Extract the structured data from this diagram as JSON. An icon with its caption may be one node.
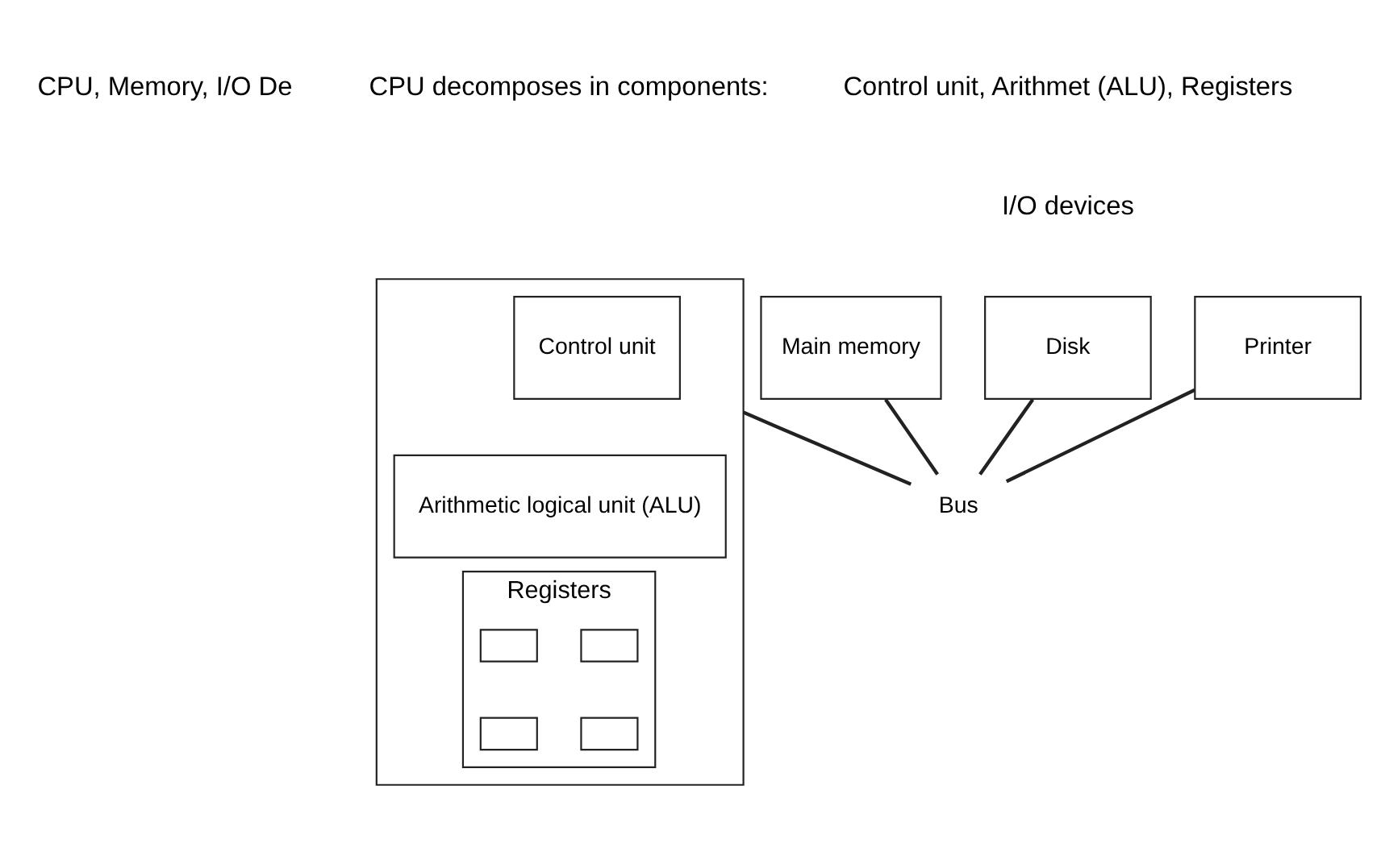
{
  "diagram": {
    "nodes": [
      {
        "text": [],
        "shape": "box"
      },
      {
        "text": [
          "Control unit"
        ],
        "in": 0
      },
      {
        "text": [
          "Arithmetic logical unit (ALU)"
        ],
        "in": 0
      },
      {
        "text": [
          "Registers"
        ],
        "in": 0
      },
      {
        "text": [],
        "shape": "box",
        "in": 3
      },
      {
        "text": [],
        "shape": "box",
        "in": 3
      },
      {
        "text": [],
        "shape": "box",
        "in": 3
      },
      {
        "text": [],
        "shape": "box",
        "in": 3
      },
      {
        "text": [
          "Main memory"
        ]
      },
      {
        "text": [
          "Disk"
        ]
      },
      {
        "text": [
          "Printer"
        ]
      },
      {
        "text": [
          "Bus"
        ]
      }
    ],
    "edges": [
      {
        "from": 0,
        "to": 11,
        "arrow": "none"
      },
      {
        "from": 8,
        "to": 11,
        "arrow": "none"
      },
      {
        "from": 9,
        "to": 11,
        "arrow": "none"
      },
      {
        "from": 10,
        "to": 11,
        "arrow": "none"
      }
    ],
    "labels": [
      "CPU, Memory, I/O De",
      "CPU decomposes in components:",
      "Control unit, Arithmet (ALU), Registers",
      "I/O devices"
    ]
  }
}
